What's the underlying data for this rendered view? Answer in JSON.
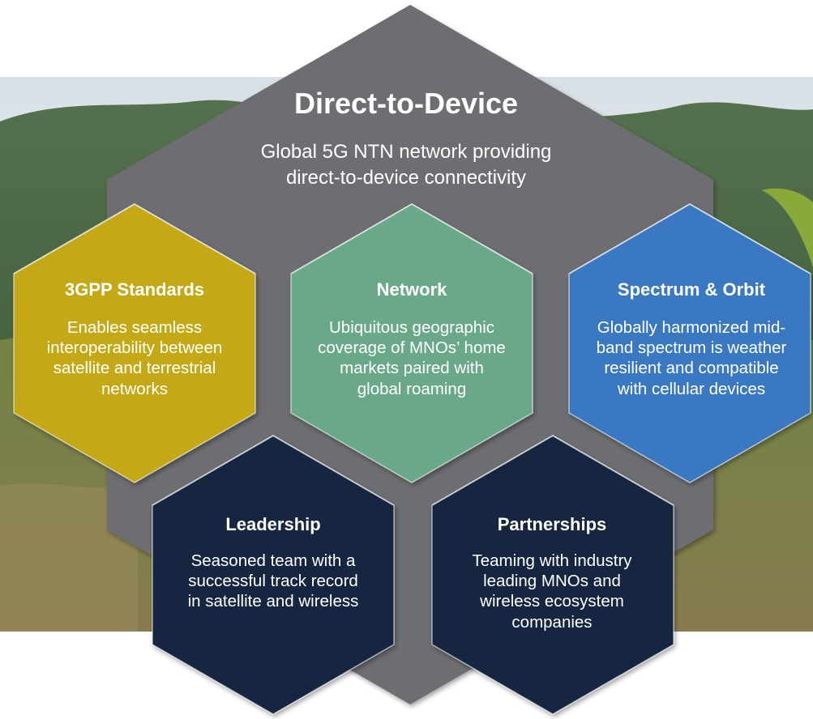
{
  "center": {
    "title": "Direct-to-Device",
    "subtitle_line1": "Global 5G NTN network providing",
    "subtitle_line2": "direct-to-device connectivity",
    "color": "#6d6e71"
  },
  "hexagons": [
    {
      "id": "3gpp",
      "title": "3GPP Standards",
      "lines": [
        "Enables seamless",
        "interoperability between",
        "satellite and terrestrial",
        "networks"
      ],
      "color": "#c4a817"
    },
    {
      "id": "network",
      "title": "Network",
      "lines": [
        "Ubiquitous geographic",
        "coverage of MNOs’ home",
        "markets paired with",
        "global roaming"
      ],
      "color": "#6ba88a"
    },
    {
      "id": "spectrum",
      "title": "Spectrum & Orbit",
      "lines": [
        "Globally harmonized mid-",
        "band spectrum is weather",
        "resilient and compatible",
        "with cellular devices"
      ],
      "color": "#3b78c2"
    },
    {
      "id": "leadership",
      "title": "Leadership",
      "lines": [
        "Seasoned team with a",
        "successful track record",
        "in satellite and wireless"
      ],
      "color": "#132641"
    },
    {
      "id": "partnerships",
      "title": "Partnerships",
      "lines": [
        "Teaming with industry",
        "leading MNOs and",
        "wireless ecosystem",
        "companies"
      ],
      "color": "#132641"
    }
  ]
}
